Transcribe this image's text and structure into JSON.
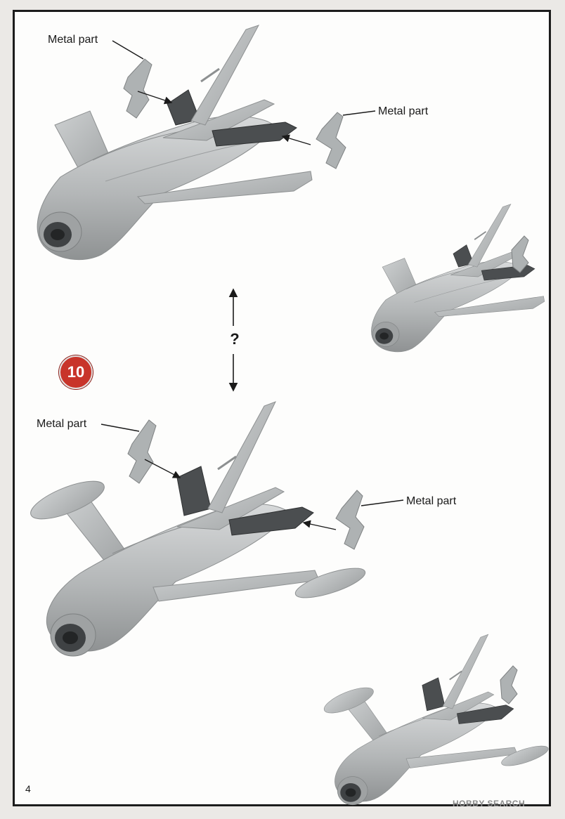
{
  "callouts": {
    "top_left": "Metal part",
    "top_right": "Metal part",
    "bottom_left": "Metal part",
    "bottom_right": "Metal part"
  },
  "step": {
    "number": "10"
  },
  "option_mark": "?",
  "page": {
    "number": "4"
  },
  "watermark": "HOBBY SEARCH",
  "colors": {
    "fuselage": "#b7babb",
    "metal_part": "#aeb2b3",
    "dark_panel": "#4b4e50",
    "badge": "#c8342a"
  }
}
